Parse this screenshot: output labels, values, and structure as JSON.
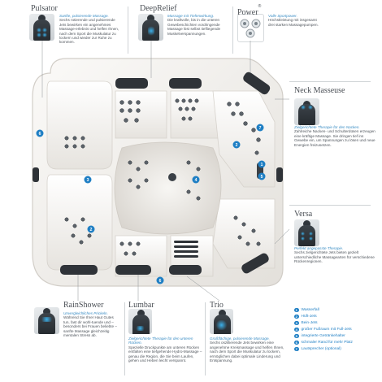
{
  "colors": {
    "accent": "#1f7fc4",
    "subtitle": "#3a8dc4",
    "shell": "#f3f1ee",
    "pillow": "#2f3338",
    "jet_hot": "#3bb0ea"
  },
  "features": {
    "pulsator": {
      "title": "Pulsator",
      "subtitle": "Sanfte, pulsierende Massage.",
      "text": "Sechs rotierende und pulsierende Jets bewirken ein angenehmes Massage-erlebnis und helfen Ihnen, nach dem Sport die Muskulatur zu lockern und wieder zur Ruhe zu kommen.",
      "icon": "torso-rotating-jets-icon"
    },
    "deeprelief": {
      "title": "DeepRelief",
      "subtitle": "Massage mit Tiefenwirkung.",
      "text": "Die kraftvolle, bis in die unteren Gewebeschichten vordringende Massage löst selbst tiefliegende Muskelverspannungen.",
      "icon": "torso-deep-jets-icon"
    },
    "power": {
      "title": "Power",
      "title_mark": "®",
      "subtitle": "Volle Sportpower.",
      "text": "Höchstleistung mit insgesamt drei starken Massagepumpen.",
      "icon": "pump-icon"
    },
    "neck": {
      "title": "Neck Masseuse",
      "subtitle": "Zielgerichtete Therapie für den Nacken.",
      "text": "Zahlreiche Nacken- und Schulterdüsen erzeugen eine kräftige Massage. Sie dringen tief ins Gewebe ein, um Spannungen zu lösen und neue Energien freizusetzen.",
      "icon": "neck-jets-icon"
    },
    "versa": {
      "title": "Versa",
      "subtitle": "Perfekt angepasste Therapie.",
      "text": "Sechs zielgerichtete Jets bieten gezielt unterschiedliche Massagearten für verschiedene Rückenregionen.",
      "icon": "torso-versa-icon"
    },
    "rainshower": {
      "title": "RainShower",
      "subtitle": "Unvergleichliches Prickeln.",
      "text": "Während Sie Ihrer Haut Gutes tun, fast dir wohl-tuende und – besonders bei Frauen beliebte – sanfte Massage gleichzeitig mentalen Stress ab.",
      "icon": "torso-rainshower-icon"
    },
    "lumbar": {
      "title": "Lumbar",
      "subtitle": "Zielgerichtete Therapie für den unteren Rücken.",
      "text": "Spezielle Druckpunkte am unteren Rücken entfalten eine tiefgehende Hydro-Massage – genau die Region, die Sie beim Laufen, gehen und Heben leicht verspannt.",
      "icon": "torso-lumbar-icon"
    },
    "trio": {
      "title": "Trio",
      "subtitle": "Großflächige, pulsierende Massage.",
      "text": "Sechs oszillierende Jets bewirken eine angenehme Kreismassage und helfen Ihnen, nach dem Sport die Muskulatur zu lockern, ermöglichen dabei optimale Linderung und Entspannung.",
      "icon": "torso-trio-icon"
    }
  },
  "legend": [
    {
      "num": "1",
      "label": "Wasserfall"
    },
    {
      "num": "2",
      "label": "Hüft-Jets"
    },
    {
      "num": "3",
      "label": "Bein-Jets"
    },
    {
      "num": "4",
      "label": "großer Fußraum mit Full-Jets"
    },
    {
      "num": "5",
      "label": "integrierte Getränkehalter"
    },
    {
      "num": "6",
      "label": "schmaler Rand für mehr Platz"
    },
    {
      "num": "7",
      "label": "Lautsprecher (optional)"
    }
  ],
  "tub_markers": [
    "1",
    "2",
    "2",
    "3",
    "4",
    "5",
    "6",
    "6",
    "7"
  ]
}
